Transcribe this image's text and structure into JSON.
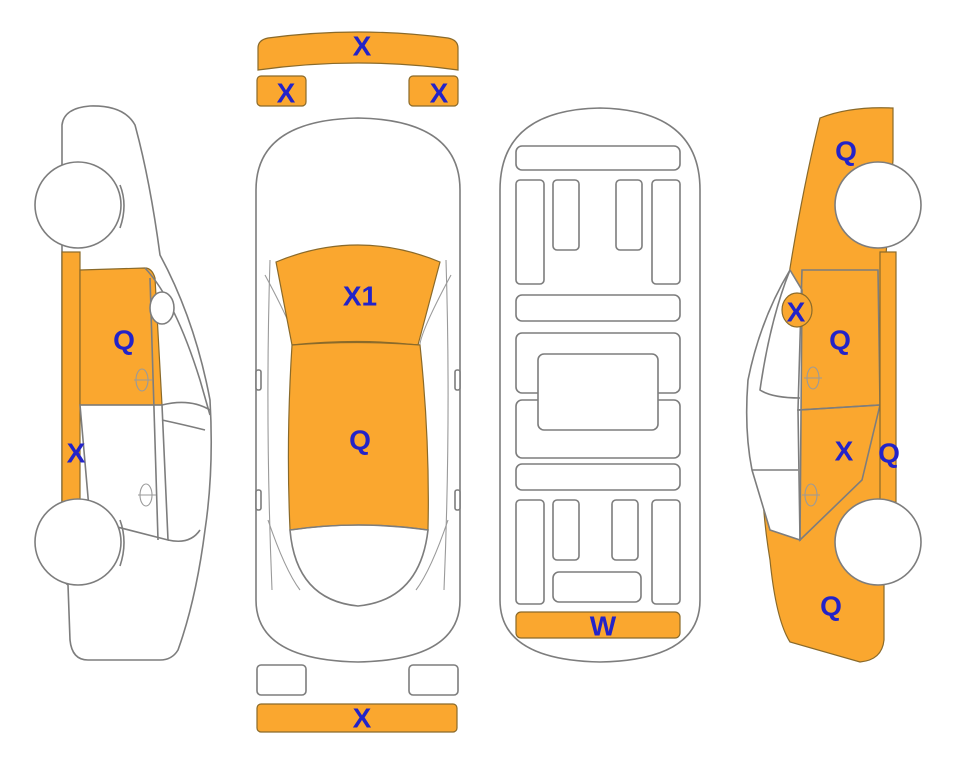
{
  "diagram": {
    "highlight_color": "#faa72f",
    "label_color": "#2323c8",
    "outline_color": "#7d7d7d"
  },
  "labels": {
    "front_bumper": "X",
    "front_left_headlight": "X",
    "front_right_headlight": "X",
    "hood": "X1",
    "roof": "Q",
    "rear_bumper": "X",
    "underbody_rear": "W",
    "left_front_door": "Q",
    "left_rocker": "X",
    "right_front_fender": "Q",
    "right_mirror": "X",
    "right_front_door": "Q",
    "right_rear_door": "X",
    "right_rocker": "Q",
    "right_rear_quarter": "Q"
  }
}
